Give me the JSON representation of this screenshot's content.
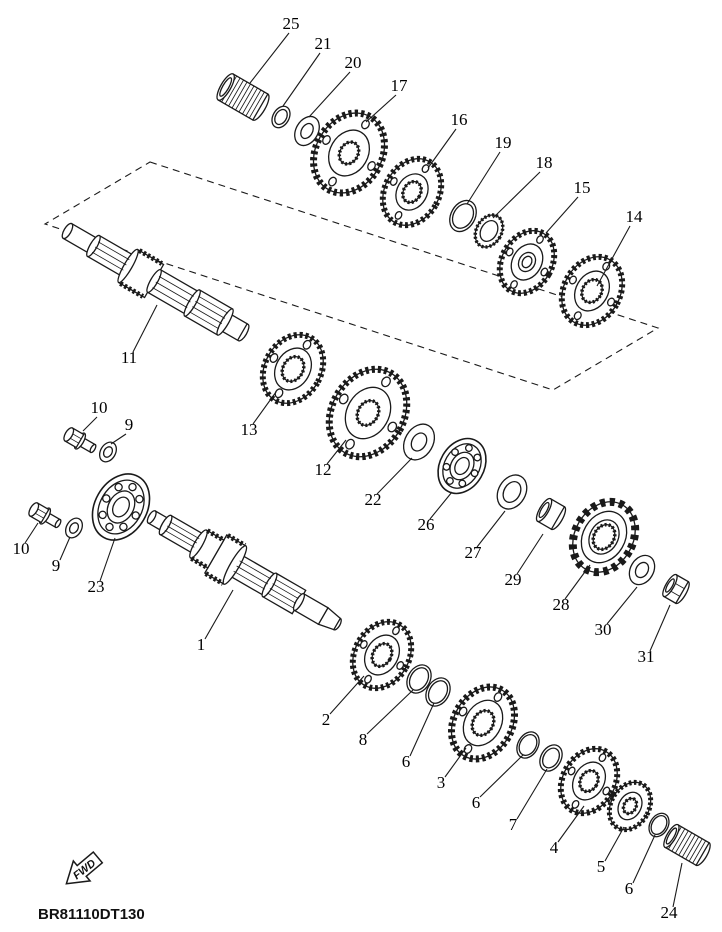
{
  "diagram": {
    "code": "BR81110DT130",
    "fwd_label": "FWD",
    "colors": {
      "line": "#1a1a1a",
      "background": "#ffffff"
    },
    "callouts": [
      {
        "label": "25"
      },
      {
        "label": "21"
      },
      {
        "label": "20"
      },
      {
        "label": "17"
      },
      {
        "label": "16"
      },
      {
        "label": "19"
      },
      {
        "label": "18"
      },
      {
        "label": "15"
      },
      {
        "label": "14"
      },
      {
        "label": "11"
      },
      {
        "label": "13"
      },
      {
        "label": "12"
      },
      {
        "label": "22"
      },
      {
        "label": "26"
      },
      {
        "label": "27"
      },
      {
        "label": "29"
      },
      {
        "label": "28"
      },
      {
        "label": "30"
      },
      {
        "label": "31"
      },
      {
        "label": "10"
      },
      {
        "label": "9"
      },
      {
        "label": "10"
      },
      {
        "label": "9"
      },
      {
        "label": "23"
      },
      {
        "label": "1"
      },
      {
        "label": "2"
      },
      {
        "label": "8"
      },
      {
        "label": "6"
      },
      {
        "label": "3"
      },
      {
        "label": "6"
      },
      {
        "label": "7"
      },
      {
        "label": "4"
      },
      {
        "label": "5"
      },
      {
        "label": "6"
      },
      {
        "label": "24"
      }
    ]
  }
}
